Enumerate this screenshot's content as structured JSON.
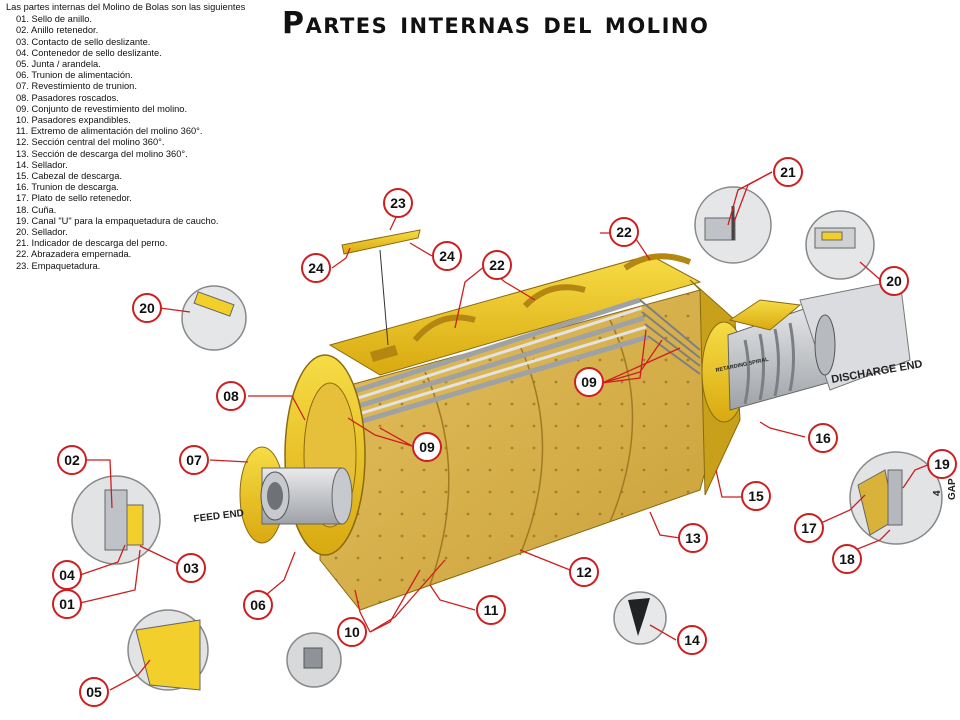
{
  "title": "Partes internas del molino",
  "intro": "Las partes internas del Molino de Bolas son las siguientes",
  "parts": [
    "01. Sello de anillo.",
    "02. Anillo retenedor.",
    "03. Contacto de sello deslizante.",
    "04. Contenedor de sello deslizante.",
    "05. Junta / arandela.",
    "06. Trunion de alimentación.",
    "07. Revestimiento de trunion.",
    "08. Pasadores roscados.",
    "09. Conjunto de revestimiento del molino.",
    "10. Pasadores expandibles.",
    "11. Extremo de alimentación del molino 360°.",
    "12. Sección central del molino 360°.",
    "13. Sección de descarga del molino 360°.",
    "14. Sellador.",
    "15. Cabezal de descarga.",
    "16. Trunion de descarga.",
    "17. Plato de sello retenedor.",
    "18. Cuña.",
    "19. Canal \"U\" para la empaquetadura de caucho.",
    "20. Sellador.",
    "21. Indicador de descarga del perno.",
    "22. Abrazadera empernada.",
    "23. Empaquetadura."
  ],
  "diagram_labels": {
    "feed_end": "FEED END",
    "discharge_end": "DISCHARGE END",
    "retarding_spiral": "RETARDING SPIRAL",
    "gap_value": "4",
    "gap_label": "GAP"
  },
  "callouts": {
    "c01": "01",
    "c02": "02",
    "c03": "03",
    "c04": "04",
    "c05": "05",
    "c06": "06",
    "c07": "07",
    "c08": "08",
    "c09a": "09",
    "c09b": "09",
    "c10": "10",
    "c11": "11",
    "c12": "12",
    "c13": "13",
    "c14": "14",
    "c15": "15",
    "c16": "16",
    "c17": "17",
    "c18": "18",
    "c19": "19",
    "c20a": "20",
    "c20b": "20",
    "c21": "21",
    "c22a": "22",
    "c22b": "22",
    "c23": "23",
    "c24a": "24",
    "c24b": "24"
  },
  "colors": {
    "shell_yellow": "#f2cf2a",
    "liner_tan": "#d8b24a",
    "steel_gray": "#b9bcc0",
    "callout_red": "#cc1f1f"
  }
}
